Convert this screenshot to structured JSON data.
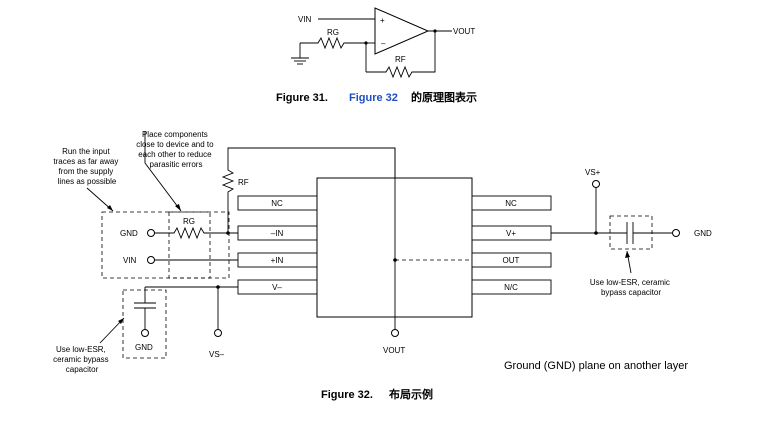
{
  "schematic": {
    "vin": "VIN",
    "rg": "RG",
    "rf": "RF",
    "plus": "+",
    "minus": "–",
    "vout": "VOUT"
  },
  "caption1": {
    "fig_a": "Figure 31.",
    "fig_link": "Figure 32",
    "suffix": "的原理图表示"
  },
  "layout": {
    "note_input": [
      "Run the input",
      "traces as far away",
      "from the supply",
      "lines as possible"
    ],
    "note_place": [
      "Place components",
      "close to device and to",
      "each other to reduce",
      "parasitic errors"
    ],
    "rf": "RF",
    "rg": "RG",
    "gnd_left": "GND",
    "vin_left": "VIN",
    "gnd_cap": "GND",
    "note_cap_left": [
      "Use low-ESR,",
      "ceramic bypass",
      "capacitor"
    ],
    "vs_minus": "VS–",
    "vout": "VOUT",
    "vs_plus": "VS+",
    "gnd_right": "GND",
    "note_cap_right": [
      "Use low-ESR, ceramic",
      "bypass capacitor"
    ],
    "ground_plane": "Ground (GND) plane on another layer",
    "pins_left": [
      "NC",
      "–IN",
      "+IN",
      "V–"
    ],
    "pins_right": [
      "NC",
      "V+",
      "OUT",
      "N/C"
    ]
  },
  "caption2": {
    "fig": "Figure 32.",
    "suffix": "布局示例"
  }
}
